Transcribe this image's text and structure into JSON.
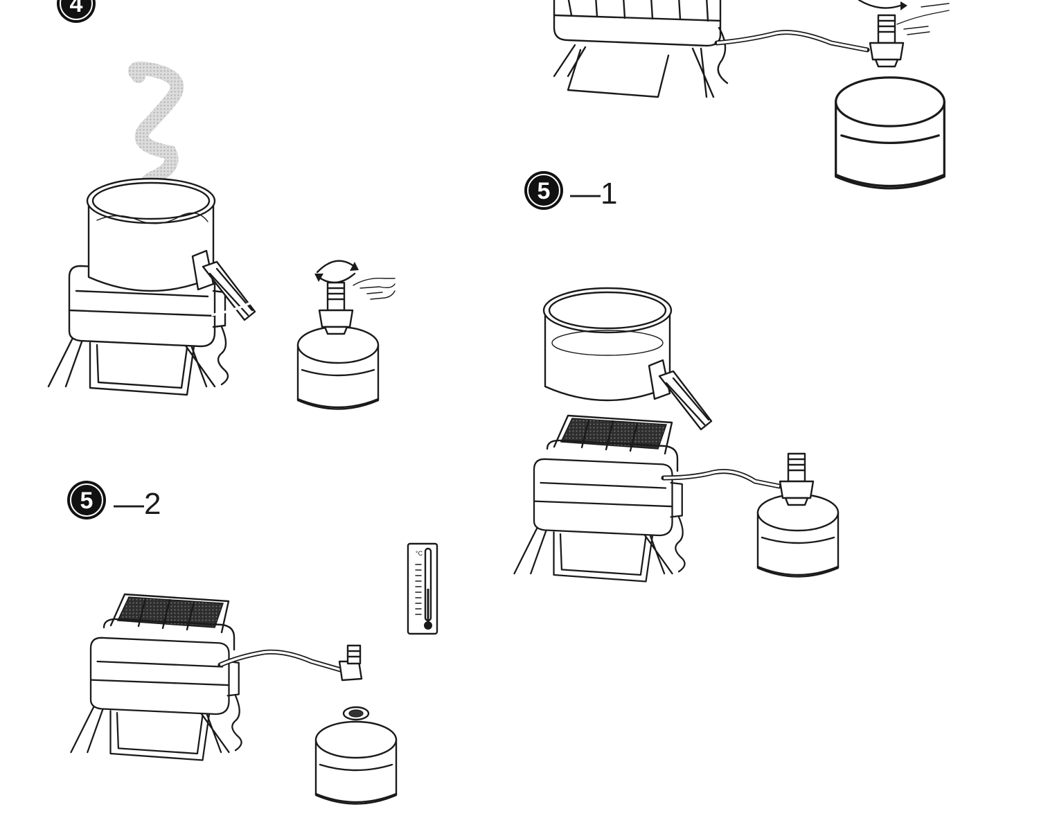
{
  "steps": [
    {
      "number": "4",
      "suffix": ""
    },
    {
      "number": "5",
      "suffix": "—1"
    },
    {
      "number": "5",
      "suffix": "—2"
    }
  ],
  "thermometer": {
    "unit": "°C"
  },
  "colors": {
    "line": "#1a1a1a",
    "smoke": "#c8c8c8",
    "grid": "#333333"
  }
}
